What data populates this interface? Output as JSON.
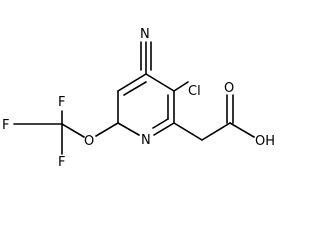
{
  "molecule": {
    "atoms": {
      "n_cyano": "N",
      "cl": "Cl",
      "n_ring": "N",
      "o_carbonyl": "O",
      "oh": "OH",
      "o_ether": "O",
      "f_top": "F",
      "f_left": "F",
      "f_bottom": "F"
    }
  }
}
